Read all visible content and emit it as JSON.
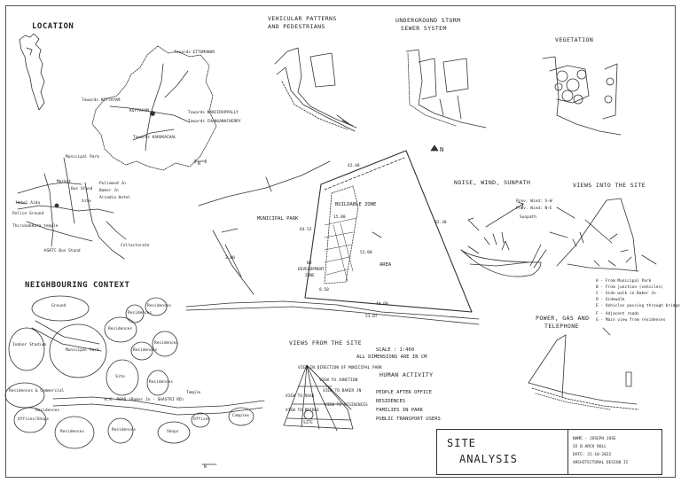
{
  "sections": {
    "location": "LOCATION",
    "vehicular": [
      "VEHICULAR PATTERNS",
      "AND PEDESTRIANS"
    ],
    "storm": [
      "UNDERGROUND STORM",
      "SEWER SYSTEM"
    ],
    "vegetation": "VEGETATION",
    "noise": "NOISE, WIND, SUNPATH",
    "views_into": "VIEWS INTO THE SITE",
    "neighbouring": "NEIGHBOURING CONTEXT",
    "views_from": "VIEWS FROM THE SITE",
    "human": "HUMAN ACTIVITY",
    "power": [
      "POWER, GAS AND",
      "TELEPHONE"
    ]
  },
  "location_map": {
    "labels": [
      "Towards ETTUMANUR",
      "Towards KOTTAYAM",
      "KOTTAYAM",
      "Towards KANJIRAPPALLY",
      "Towards CHANGANACHERRY",
      "Towards KARUKACHAL"
    ],
    "north": "N"
  },
  "road_map": {
    "labels": [
      "Municipal Park",
      "Site",
      "Market",
      "Bus Stand",
      "KSRTC Bus Stand",
      "Collectorate",
      "Thirunakkara temple",
      "Police Ground",
      "Hotel Aida",
      "Pulimood Jn",
      "Baker Jn",
      "Arcadia Hotel"
    ]
  },
  "site_plan": {
    "labels": {
      "municipal_park": "MUNICIPAL PARK",
      "building_zone": "BUILDABLE ZONE",
      "no_dev": [
        "NO",
        "DEVELOPMENT",
        "ZONE"
      ],
      "area": "AREA"
    },
    "dims": [
      "42.48",
      "83.52",
      "82.30",
      "53.07",
      "15.00",
      "52.00",
      "8.50",
      "3.00",
      "40.00"
    ],
    "north": "N",
    "scale": [
      "SCALE : 1:400",
      "ALL DIMENSIONS ARE IN CM"
    ]
  },
  "sunpath": {
    "labels": [
      "Prev. Wind: S-W",
      "Prev. Wind: N-E",
      "Sunpath"
    ]
  },
  "views_into": {
    "legend": [
      "A - From Municipal Park",
      "B - From junction (vehicles)",
      "C - Side walk in Baker Jn",
      "D - Sidewalk",
      "E - Vehicles passing through bridge",
      "F - Adjacent roads",
      "G - Main view from residences"
    ]
  },
  "neighbouring": {
    "labels": [
      "Ground",
      "Indoor Stadium",
      "Municipal Park",
      "Residences",
      "Residences",
      "Residences",
      "Residences",
      "Site",
      "Residences",
      "Residences",
      "Residences & Commercial",
      "Offices/Shops",
      "Residences",
      "Residences",
      "Shops",
      "Offices",
      "Complex",
      "Temple",
      "Residences"
    ],
    "road": "K.K. ROAD (Baker Jn - SHASTRI RD)",
    "north": "N"
  },
  "views_from": {
    "labels": [
      "VIEW IN DIRECTION OF MUNICIPAL PARK",
      "VIEW TO JUNCTION",
      "VIEW TO BAKER JN",
      "VIEW TO ROAD",
      "VIEW TO RESIDENCES",
      "VIEW TO BRIDGE",
      "SITE"
    ]
  },
  "human_activity": {
    "items": [
      "PEOPLE AFTER OFFICE",
      "RESIDENCES",
      "FAMILIES IN PARK",
      "PUBLIC TRANSPORT USERS"
    ]
  },
  "title_block": {
    "title": [
      "SITE",
      "ANALYSIS"
    ],
    "info": [
      "NAME - JOSEPH JOSE",
      "S5 B.ARCH ROLL",
      "DATE: 21-10-2022",
      "ARCHITECTURAL DESIGN II"
    ]
  },
  "colors": {
    "ink": "#222222",
    "paper": "#ffffff"
  }
}
